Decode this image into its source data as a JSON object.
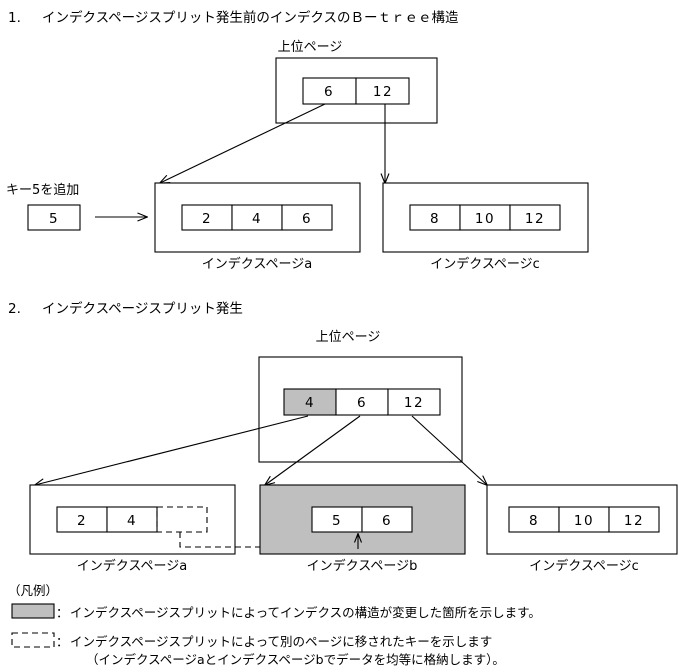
{
  "document": {
    "language": "ja",
    "background_color": "#ffffff",
    "highlight_color": "#bfbfbf"
  },
  "section1": {
    "number": "1.",
    "heading": "インデクスページスプリット発生前のインデクスのＢーｔｒｅｅ構造",
    "upper_page_label": "上位ページ",
    "upper_page_keys": [
      "6",
      "12"
    ],
    "add_key_note": "キー5を追加",
    "add_key_value": "5",
    "pages": [
      {
        "label": "インデクスページa",
        "keys": [
          "2",
          "4",
          "6"
        ]
      },
      {
        "label": "インデクスページc",
        "keys": [
          "8",
          "10",
          "12"
        ]
      }
    ]
  },
  "section2": {
    "number": "2.",
    "heading": "インデクスページスプリット発生",
    "upper_page_label": "上位ページ",
    "upper_page_keys": [
      {
        "value": "4",
        "highlighted": true
      },
      {
        "value": "6",
        "highlighted": false
      },
      {
        "value": "12",
        "highlighted": false
      }
    ],
    "pages": [
      {
        "label": "インデクスページa",
        "keys": [
          "2",
          "4"
        ],
        "moved_cell": "",
        "highlighted": false
      },
      {
        "label": "インデクスページb",
        "keys": [
          "5",
          "6"
        ],
        "highlighted": true
      },
      {
        "label": "インデクスページc",
        "keys": [
          "8",
          "10",
          "12"
        ],
        "highlighted": false
      }
    ]
  },
  "legend": {
    "title": "（凡例）",
    "items": [
      {
        "swatch": "gray-solid",
        "separator": "：",
        "text": "インデクスページスプリットによってインデクスの構造が変更した箇所を示します。"
      },
      {
        "swatch": "dashed-box",
        "separator": "：",
        "text": "インデクスページスプリットによって別のページに移されたキーを示します",
        "text2": "（インデクスページaとインデクスページbでデータを均等に格納します）。"
      }
    ]
  }
}
